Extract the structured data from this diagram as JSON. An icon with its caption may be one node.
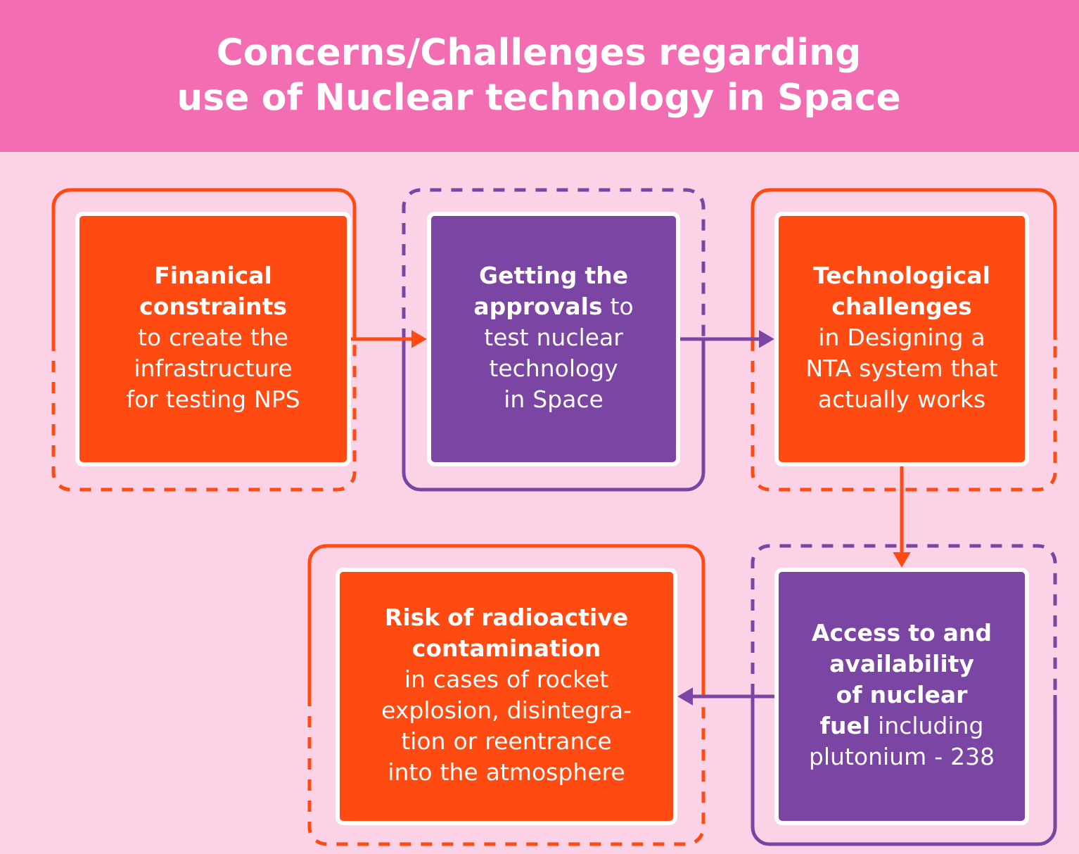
{
  "diagram": {
    "title": "Concerns/Challenges regarding use of Nuclear technology in Space",
    "nodes": [
      {
        "text": [
          "**Finanical constraints** to create the infrastructure for testing NPS"
        ]
      },
      {
        "text": [
          "**Getting the approvals** to test nuclear technology in Space"
        ]
      },
      {
        "text": [
          "**Technological challenges** in Designing a NTA system that actually works"
        ]
      },
      {
        "text": [
          "**Access to and availability of nuclear fuel** including plutonium - 238"
        ]
      },
      {
        "text": [
          "**Risk of radioactive contamination** in cases of rocket explosion, disintegra-tion or reentrance into the atmosphere"
        ]
      }
    ],
    "edges": [
      {
        "from": 0,
        "to": 1,
        "arrow": "to",
        "color": "#ff4a12"
      },
      {
        "from": 1,
        "to": 2,
        "arrow": "to",
        "color": "#7b45a3"
      },
      {
        "from": 2,
        "to": 3,
        "arrow": "to",
        "color": "#ff4a12"
      },
      {
        "from": 3,
        "to": 4,
        "arrow": "to",
        "color": "#7b45a3"
      }
    ]
  }
}
